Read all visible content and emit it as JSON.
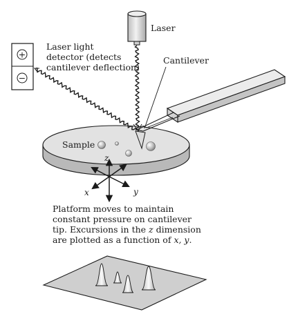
{
  "labels": {
    "laser": "Laser",
    "detector_line1": "Laser light",
    "detector_line2": "detector (detects",
    "detector_line3": "cantilever deflection)",
    "cantilever": "Cantilever",
    "sample": "Sample"
  },
  "axes": {
    "z": "z",
    "x": "x",
    "y": "y"
  },
  "detector_signs": {
    "plus": "+",
    "minus": "−"
  },
  "caption": {
    "line1": "Platform moves to maintain",
    "line2": "constant pressure on cantilever",
    "line3_a": "tip. Excursions in the ",
    "line3_b": "z",
    "line3_c": " dimension",
    "line4_a": "are plotted as a function of ",
    "line4_b": "x, y",
    "line4_c": "."
  },
  "colors": {
    "platform_top": "#e2e2e2",
    "platform_side": "#b9b9b9",
    "cantilever_top": "#ececec",
    "cantilever_side": "#c4c4c4",
    "laser_body": "#d9d9d9",
    "plot_plane": "#cfcfcf",
    "stroke": "#1a1a1a"
  }
}
